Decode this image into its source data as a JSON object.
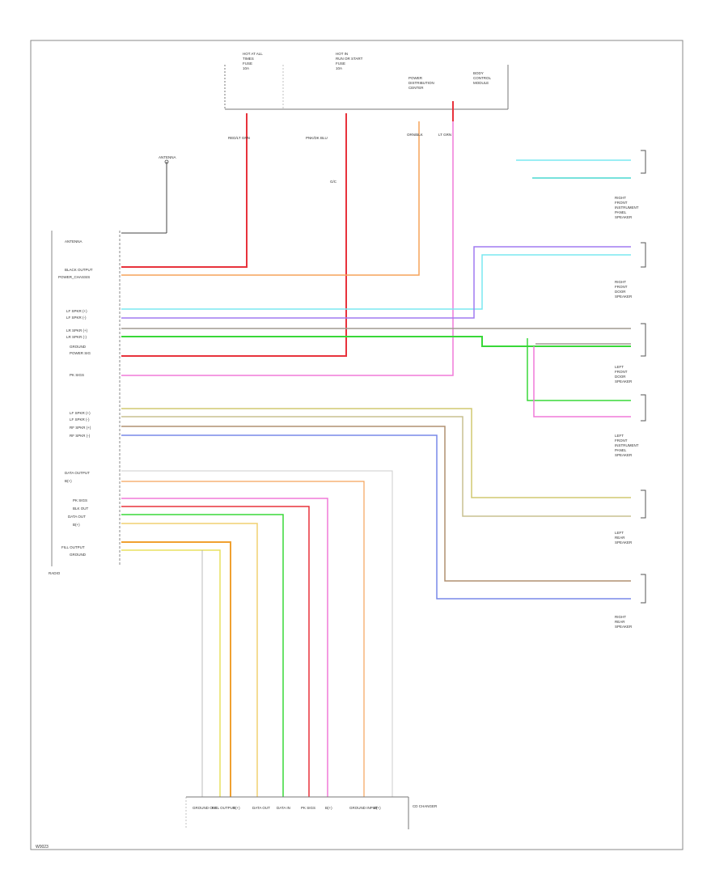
{
  "figure_id": "W0023",
  "radio": {
    "name": "RADIO",
    "pin_labels": [
      "ANTENNA",
      "BLACK OUTPUT",
      "POWER_CHASSIS",
      "LF SPKR (+)",
      "LF SPKR (-)",
      "LR SPKR (+)",
      "LR SPKR (-)",
      "GROUND",
      "POWER SIG",
      "PK SIGS",
      "LF SPKR (+)",
      "LF SPKR (-)",
      "RF SPKR (+)",
      "RF SPKR (-)",
      "DATA OUTPUT",
      "B(+)",
      "PK SIGS",
      "BLK OUT",
      "DATA OUT",
      "B(+)",
      "FILL OUTPUT",
      "GROUND"
    ]
  },
  "top_components": [
    {
      "id": "hot_run",
      "lines": [
        "HOT AT ALL",
        "TIMES",
        "FUSE",
        "10A"
      ]
    },
    {
      "id": "hot_start",
      "lines": [
        "HOT IN",
        "RUN OR START",
        "FUSE",
        "10A"
      ]
    },
    {
      "id": "power_dist",
      "lines": [
        "POWER",
        "DISTRIBUTION",
        "CENTER"
      ]
    },
    {
      "id": "body_control",
      "lines": [
        "BODY",
        "CONTROL",
        "MODULE"
      ]
    }
  ],
  "antenna_label": "ANTENNA",
  "wire_codes_top": [
    "RED/LT GRN",
    "PNK/DK BLU",
    "ORN/BLK",
    "LT GRN",
    "G/C"
  ],
  "speakers": [
    {
      "id": "rf_instr",
      "lines": [
        "RIGHT",
        "FRONT",
        "INSTRUMENT",
        "PANEL",
        "SPEAKER"
      ]
    },
    {
      "id": "rf_door",
      "lines": [
        "RIGHT",
        "FRONT",
        "DOOR",
        "SPEAKER"
      ]
    },
    {
      "id": "lf_door",
      "lines": [
        "LEFT",
        "FRONT",
        "DOOR",
        "SPEAKER"
      ]
    },
    {
      "id": "lf_instr",
      "lines": [
        "LEFT",
        "FRONT",
        "INSTRUMENT",
        "PANEL",
        "SPEAKER"
      ]
    },
    {
      "id": "lr_speaker",
      "lines": [
        "LEFT",
        "REAR",
        "SPEAKER"
      ]
    },
    {
      "id": "rr_speaker",
      "lines": [
        "RIGHT",
        "REAR",
        "SPEAKER"
      ]
    }
  ],
  "cd_changer": {
    "name": "CD CHANGER",
    "pins": [
      "GROUND OUT",
      "FILL OUTPUT",
      "B(+)",
      "DATA OUT",
      "DATA IN",
      "PK SIGS",
      "B(+)",
      "GROUND INPUT",
      "B(+)"
    ]
  },
  "colors": {
    "red": "#e8323c",
    "orange": "#f5a45a",
    "pink": "#f07ad8",
    "cyan": "#7ae8f0",
    "teal": "#4ad8d0",
    "violet": "#a07af0",
    "green": "#38d838",
    "gray": "#a09a90",
    "tan": "#d0c870",
    "olive": "#c8c090",
    "brown": "#b09070",
    "blue": "#7888e8",
    "dkorange": "#f0a030",
    "black": "#333333"
  }
}
